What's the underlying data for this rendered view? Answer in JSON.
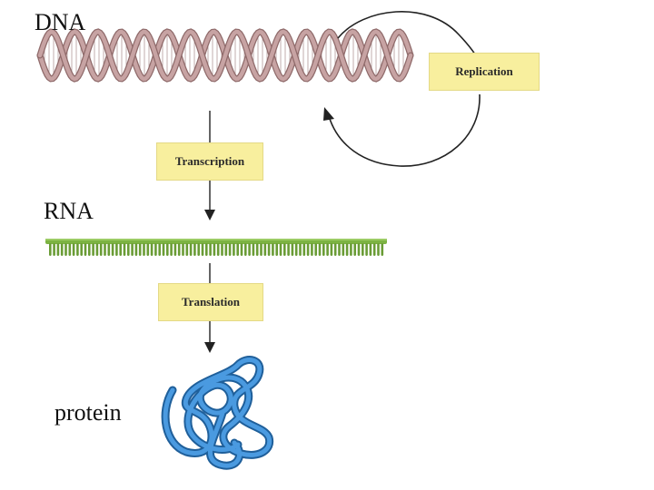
{
  "labels": {
    "dna": "DNA",
    "rna": "RNA",
    "protein": "protein"
  },
  "steps": {
    "replication": "Replication",
    "transcription": "Transcription",
    "translation": "Translation"
  },
  "colors": {
    "dna_strand": "#c7a3a3",
    "dna_strand_dark": "#8f6a6a",
    "rna_backbone": "#7cb342",
    "rna_bases": "#6a9c36",
    "protein": "#3a86c8",
    "protein_dark": "#1f5f9a",
    "step_box": "#f8ef9e",
    "arrow": "#222222"
  },
  "icons": [
    "double-helix-icon",
    "rna-strand-icon",
    "folded-protein-icon",
    "cycle-arrow-icon"
  ]
}
